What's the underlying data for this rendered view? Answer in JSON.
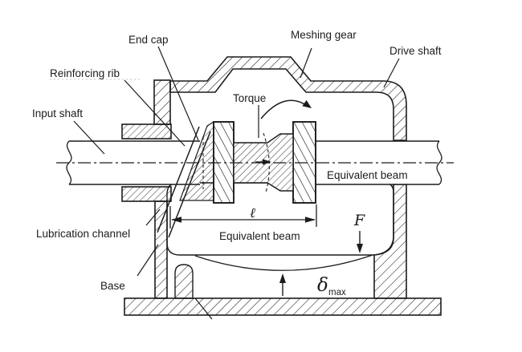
{
  "figure": {
    "description": "Cross-section diagram of a gear reducer housing with equivalent-beam deflection model",
    "colors": {
      "ink": "#1c1c1c",
      "background": "#ffffff"
    },
    "labels": {
      "end_cap": "End cap",
      "meshing_gear": "Meshing gear",
      "drive_shaft": "Drive shaft",
      "reinforcing_rib": "Reinforcing rib",
      "input_shaft": "Input shaft",
      "torque": "Torque",
      "equivalent_beam_upper": "Equivalent beam",
      "equivalent_beam_lower": "Equivalent beam",
      "lubrication_channel": "Lubrication channel",
      "base": "Base",
      "length_symbol": "ℓ",
      "force_symbol": "F",
      "deflection_symbol": "δ",
      "deflection_subscript": "max"
    }
  }
}
